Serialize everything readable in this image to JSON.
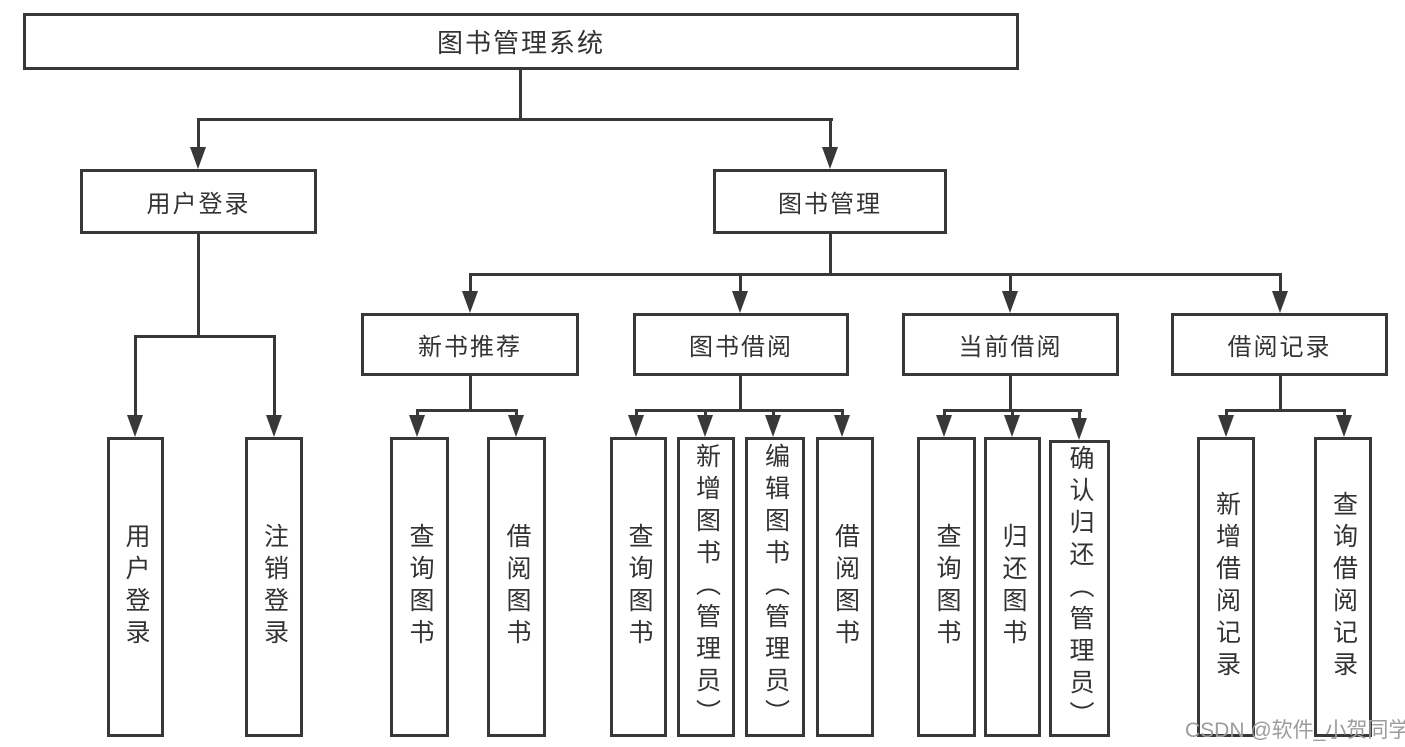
{
  "root": {
    "label": "图书管理系统"
  },
  "branches": [
    {
      "label": "用户登录",
      "children": [
        {
          "label": "用户登录"
        },
        {
          "label": "注销登录"
        }
      ]
    },
    {
      "label": "图书管理",
      "groups": [
        {
          "label": "新书推荐",
          "children": [
            {
              "label": "查询图书"
            },
            {
              "label": "借阅图书"
            }
          ]
        },
        {
          "label": "图书借阅",
          "children": [
            {
              "label": "查询图书"
            },
            {
              "label": "新增图书（管理员）"
            },
            {
              "label": "编辑图书（管理员）"
            },
            {
              "label": "借阅图书"
            }
          ]
        },
        {
          "label": "当前借阅",
          "children": [
            {
              "label": "查询图书"
            },
            {
              "label": "归还图书"
            },
            {
              "label": "确认归还（管理员）"
            }
          ]
        },
        {
          "label": "借阅记录",
          "children": [
            {
              "label": "新增借阅记录"
            },
            {
              "label": "查询借阅记录"
            }
          ]
        }
      ]
    }
  ],
  "watermark": {
    "text": "CSDN @软件_小贺同学"
  },
  "colors": {
    "line": "#383838",
    "box_border": "#383838",
    "text": "#333333",
    "watermark": "#9c9c9c",
    "background": "#ffffff"
  }
}
